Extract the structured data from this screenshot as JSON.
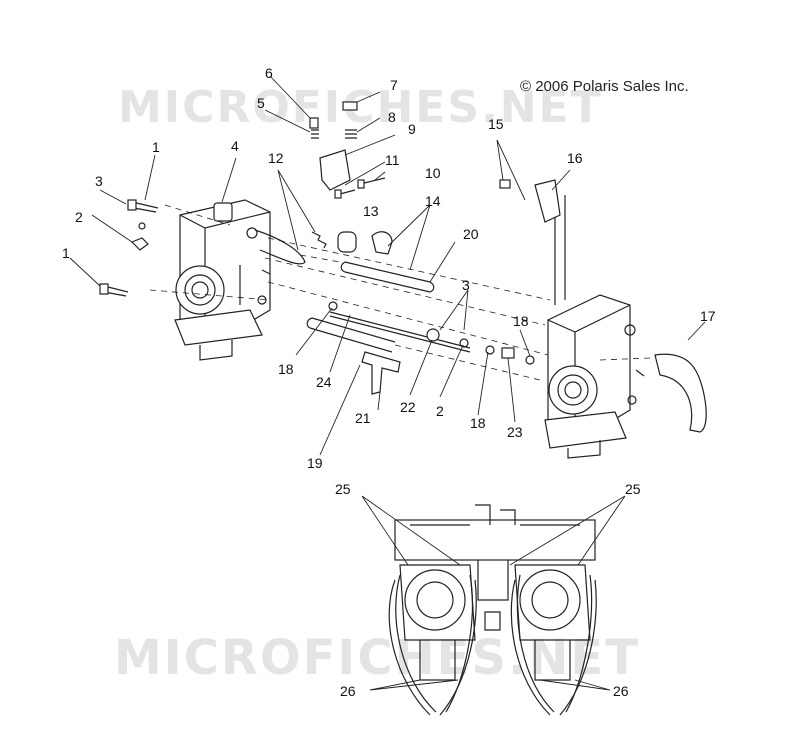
{
  "copyright": "© 2006 Polaris Sales Inc.",
  "watermark_top": "MICROFICHES.NET",
  "watermark_bottom": "MICROFICHES.NET",
  "callouts": {
    "c1a": "1",
    "c1b": "1",
    "c2a": "2",
    "c2b": "2",
    "c3a": "3",
    "c3b": "3",
    "c4": "4",
    "c5": "5",
    "c6": "6",
    "c7": "7",
    "c8": "8",
    "c9": "9",
    "c10": "10",
    "c11": "11",
    "c12": "12",
    "c13": "13",
    "c14": "14",
    "c15": "15",
    "c16": "16",
    "c17": "17",
    "c18a": "18",
    "c18b": "18",
    "c18c": "18",
    "c19": "19",
    "c20": "20",
    "c21": "21",
    "c22": "22",
    "c23": "23",
    "c24": "24",
    "c25a": "25",
    "c25b": "25",
    "c26a": "26",
    "c26b": "26"
  }
}
